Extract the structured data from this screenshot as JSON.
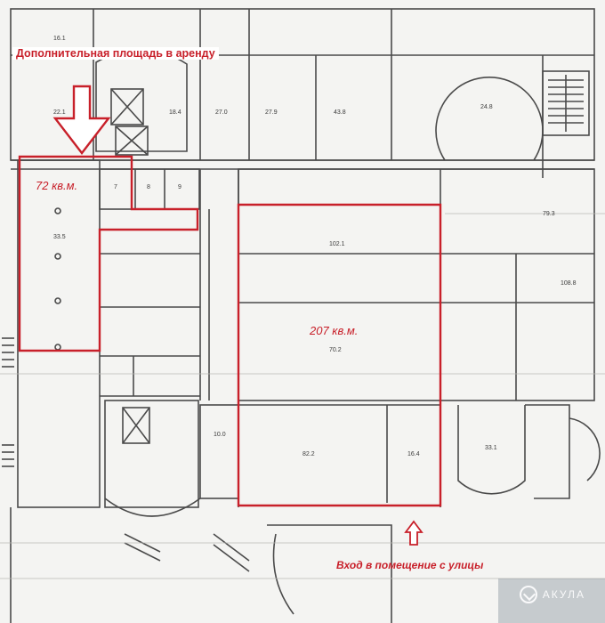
{
  "annotations": {
    "title": "Дополнительная площадь в аренду",
    "area_small": "72 кв.м.",
    "area_large": "207 кв.м.",
    "entrance": "Вход в помещение с улицы"
  },
  "watermark": {
    "text": "АКУЛА",
    "icon": "shark-logo-icon"
  },
  "colors": {
    "highlight": "#c8202a",
    "linework": "#4a4a4a",
    "paper": "#f4f4f2"
  },
  "plan_labels": {
    "r1": "16.1",
    "r2": "102.1",
    "r3": "108.8",
    "r4": "27.9",
    "r5": "43.8",
    "r6": "18.4",
    "r7": "7",
    "r8": "8",
    "r9": "9",
    "r10": "33.5",
    "r11": "70.2",
    "r12": "82.2",
    "r13": "16.4",
    "r14": "79.3",
    "r15": "33.1",
    "r16": "24.8",
    "r17": "22.1",
    "r18": "27.0",
    "r19": "10.0"
  }
}
